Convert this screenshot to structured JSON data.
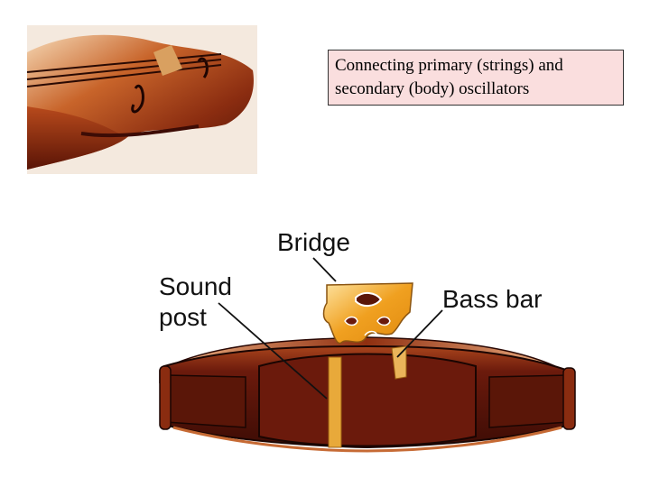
{
  "caption": {
    "line1": "Connecting primary (strings) and",
    "line2": "secondary (body) oscillators"
  },
  "diagram": {
    "labels": {
      "bridge": "Bridge",
      "sound_post_line1": "Sound",
      "sound_post_line2": "post",
      "bass_bar": "Bass bar"
    }
  },
  "colors": {
    "caption_background": "#fadede",
    "violin_body": "#6b1a0c",
    "violin_shadow": "#3d0c05",
    "bridge_wood": "#f0a020",
    "sound_post": "#e8a93a"
  }
}
